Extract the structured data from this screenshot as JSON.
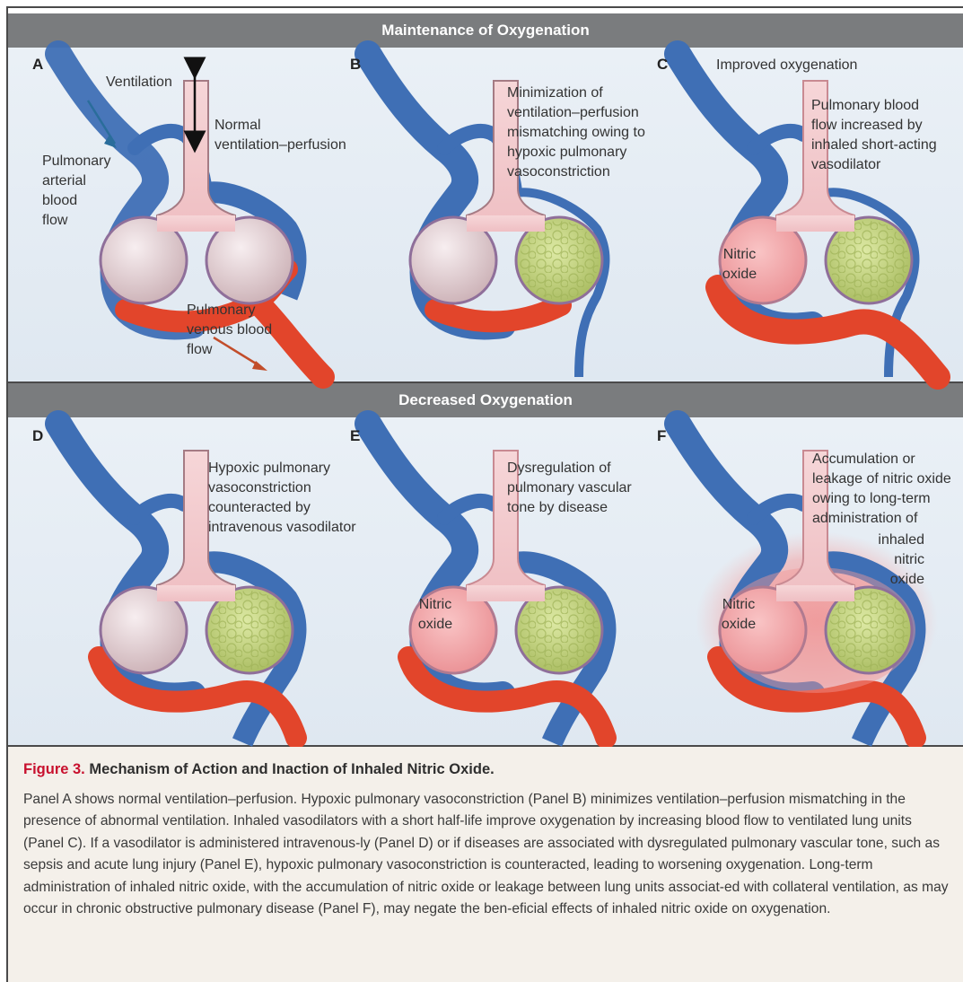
{
  "sections": {
    "top_title": "Maintenance of Oxygenation",
    "bottom_title": "Decreased Oxygenation"
  },
  "panels": {
    "A": {
      "letter": "A",
      "ventilation": "Ventilation",
      "normal_line1": "Normal",
      "normal_line2": "ventilation–perfusion",
      "arterial_lines": [
        "Pulmonary",
        "arterial",
        "blood",
        "flow"
      ],
      "venous_lines": [
        "Pulmonary",
        "venous blood",
        "flow"
      ]
    },
    "B": {
      "letter": "B",
      "lines": [
        "Minimization of",
        "ventilation–perfusion",
        "mismatching owing to",
        "hypoxic pulmonary",
        "vasoconstriction"
      ]
    },
    "C": {
      "letter": "C",
      "improved": "Improved oxygenation",
      "lines": [
        "Pulmonary blood",
        "flow increased by",
        "inhaled short-acting",
        "vasodilator"
      ],
      "no_lines": [
        "Nitric",
        "oxide"
      ]
    },
    "D": {
      "letter": "D",
      "lines": [
        "Hypoxic pulmonary",
        "vasoconstriction",
        "counteracted by",
        "intravenous vasodilator"
      ]
    },
    "E": {
      "letter": "E",
      "lines": [
        "Dysregulation of",
        "pulmonary vascular",
        "tone by disease"
      ],
      "no_lines": [
        "Nitric",
        "oxide"
      ]
    },
    "F": {
      "letter": "F",
      "lines": [
        "Accumulation or",
        "leakage of nitric oxide",
        "owing to long-term",
        "administration of"
      ],
      "lines_right": [
        "inhaled",
        "nitric",
        "oxide"
      ],
      "no_lines": [
        "Nitric",
        "oxide"
      ]
    }
  },
  "caption": {
    "figure_label": "Figure 3.",
    "title": "Mechanism of Action and Inaction of Inhaled Nitric Oxide.",
    "text": "Panel A shows normal ventilation–perfusion. Hypoxic pulmonary vasoconstriction (Panel B) minimizes ventilation–perfusion mismatching in the presence of abnormal ventilation. Inhaled vasodilators with a short half-life improve oxygenation by increasing blood flow to ventilated lung units (Panel C). If a vasodilator is administered intravenous-ly (Panel D) or if diseases are associated with dysregulated pulmonary vascular tone, such as sepsis and acute lung injury (Panel E), hypoxic pulmonary vasoconstriction is counteracted, leading to worsening oxygenation. Long-term administration of inhaled nitric oxide, with the accumulation of nitric oxide or leakage between lung units associat-ed with collateral ventilation, as may occur in chronic obstructive pulmonary disease (Panel F), may negate the ben-eficial effects of inhaled nitric oxide on oxygenation."
  },
  "colors": {
    "artery": "#3f6fb5",
    "vein": "#e2452b",
    "alveolus_normal": "#eadadc",
    "alveolus_hypoxic": "#c9d88a",
    "airway": "#f0c2c6",
    "nitric_oxide": "#f2a8aa",
    "figure_label": "#c8102e"
  }
}
